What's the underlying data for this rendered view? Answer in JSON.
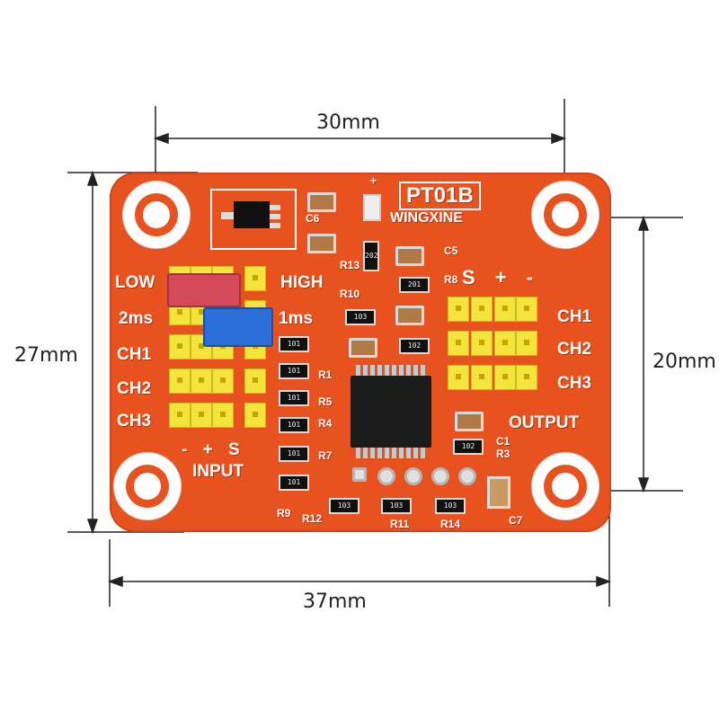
{
  "dimensions": {
    "top_width": "30mm",
    "left_height": "27mm",
    "right_height": "20mm",
    "bottom_width": "37mm"
  },
  "board": {
    "model": "PT01B",
    "brand": "WINGXINE",
    "color": "#e8521f",
    "jumper_labels": {
      "low": "LOW",
      "high": "HIGH",
      "ms2": "2ms",
      "ms1": "1ms"
    },
    "input_channels": [
      "CH1",
      "CH2",
      "CH3"
    ],
    "input_polarity": "- + S",
    "input_label": "INPUT",
    "output_polarity": "S + -",
    "output_channels": [
      "CH1",
      "CH2",
      "CH3"
    ],
    "output_label": "OUTPUT",
    "designators": {
      "c6": "C6",
      "c5": "C5",
      "r13": "R13",
      "r10": "R10",
      "r8": "R8",
      "r1": "R1",
      "r5": "R5",
      "r4": "R4",
      "r7": "R7",
      "r9": "R9",
      "r12": "R12",
      "r11": "R11",
      "r14": "R14",
      "c1": "C1",
      "r3": "R3",
      "c7": "C7",
      "plus": "+"
    },
    "resistor_codes": {
      "r202": "202",
      "r201": "201",
      "r103": "103",
      "r102": "102",
      "r101": "101"
    },
    "jumper_colors": {
      "red": "#d44a5a",
      "blue": "#2a6fd8",
      "yellow": "#f3e33a"
    }
  }
}
